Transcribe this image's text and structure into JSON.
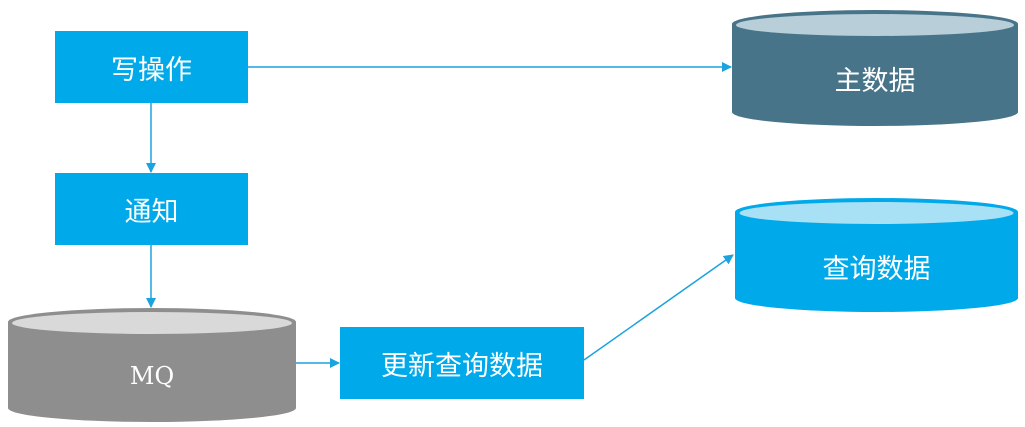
{
  "colors": {
    "box_fill": "#00a9ea",
    "connector": "#1aa3de",
    "primary_db_body": "#48748a",
    "primary_db_top": "#b8ced8",
    "query_db_body": "#00a9ea",
    "query_db_top": "#a8e0f6",
    "mq_body": "#8e8e8e",
    "mq_top": "#d9d9d9"
  },
  "nodes": {
    "write_op": {
      "label": "写操作"
    },
    "notify": {
      "label": "通知"
    },
    "mq": {
      "label": "MQ"
    },
    "update_query": {
      "label": "更新查询数据"
    },
    "primary_db": {
      "label": "主数据"
    },
    "query_db": {
      "label": "查询数据"
    }
  },
  "edges": [
    {
      "from": "写操作",
      "to": "主数据"
    },
    {
      "from": "写操作",
      "to": "通知"
    },
    {
      "from": "通知",
      "to": "MQ"
    },
    {
      "from": "MQ",
      "to": "更新查询数据"
    },
    {
      "from": "更新查询数据",
      "to": "查询数据"
    }
  ]
}
